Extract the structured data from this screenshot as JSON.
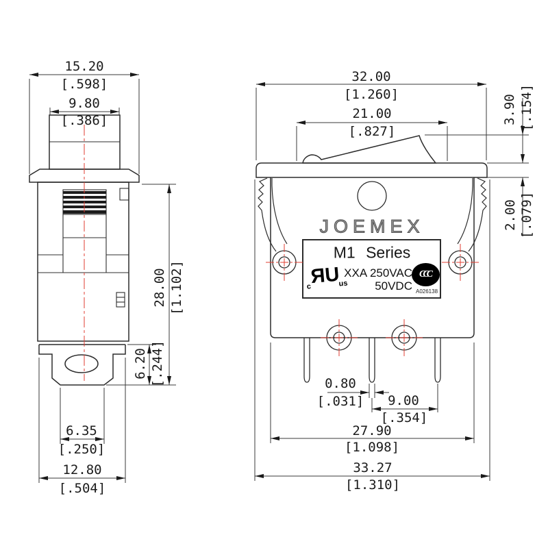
{
  "title": "M1 Series circuit breaker dimensional drawing",
  "label": {
    "brand": "JOEMEX",
    "series": "M1 Series",
    "rating_line1": "XXA 250VAC",
    "rating_line2": "50VDC",
    "ul_prefix": "c",
    "ul_mark_r": "R",
    "ul_mark_u": "U",
    "ul_suffix": "us",
    "ccc_mark": "CCC",
    "cert_code": "A026138"
  },
  "dims": {
    "left_view": {
      "flange_dia": {
        "mm": "15.20",
        "inch": "[.598]"
      },
      "button_dia": {
        "mm": "9.80",
        "inch": "[.386]"
      },
      "body_height": {
        "mm": "28.00",
        "inch": "[1.102]"
      },
      "terminal_height": {
        "mm": "6.20",
        "inch": "[.244]"
      },
      "terminal_width": {
        "mm": "6.35",
        "inch": "[.250]"
      },
      "bracket_width": {
        "mm": "12.80",
        "inch": "[.504]"
      }
    },
    "front_view": {
      "flange_width": {
        "mm": "32.00",
        "inch": "[1.260]"
      },
      "rocker_width": {
        "mm": "21.00",
        "inch": "[.827]"
      },
      "rocker_height": {
        "mm": "3.90",
        "inch": "[.154]"
      },
      "flange_thickness": {
        "mm": "2.00",
        "inch": "[.079]"
      },
      "pin_thickness": {
        "mm": "0.80",
        "inch": "[.031]"
      },
      "pin_pitch": {
        "mm": "9.00",
        "inch": "[.354]"
      },
      "body_width": {
        "mm": "27.90",
        "inch": "[1.098]"
      },
      "overall_width": {
        "mm": "33.27",
        "inch": "[1.310]"
      }
    }
  },
  "colors": {
    "line": "#2c2c2c",
    "dimension_line": "#3a3a3a",
    "centerline_red": "#e03c31",
    "background": "#ffffff",
    "label_black": "#000000"
  }
}
